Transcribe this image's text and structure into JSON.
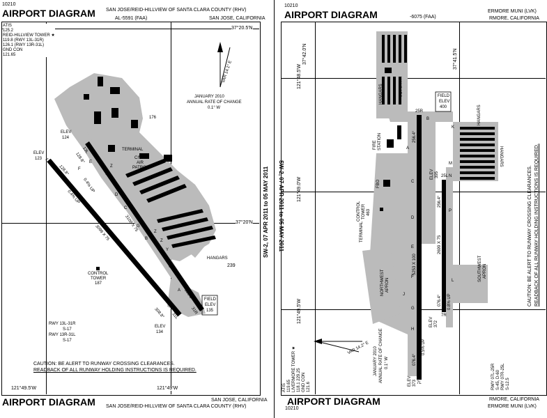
{
  "left": {
    "code_top": "10210",
    "title_top": "AIRPORT DIAGRAM",
    "airport_name_top": "SAN JOSE/REID-HILLVIEW OF SANTA CLARA COUNTY (RHV)",
    "al_ref": "AL-5591 (FAA)",
    "city_top": "SAN JOSE, CALIFORNIA",
    "freq": [
      "ATIS",
      "125.2",
      "REID-HILLVIEW TOWER ★",
      "119.8 (RWY 13L-31R)",
      "126.1 (RWY 13R-31L)",
      "GND CON",
      "121.65"
    ],
    "lat_top": "37°20.5'N",
    "lat_mid": "37°20'N",
    "lon_left": "121°49.5'W",
    "lon_right": "121°49'W",
    "variation": "VAR 14.1° E",
    "change": [
      "JANUARY 2010",
      "ANNUAL RATE OF CHANGE",
      "0.1° W"
    ],
    "elev_176": "176",
    "elev_124": [
      "ELEV",
      "124"
    ],
    "elev_123": [
      "ELEV",
      "123"
    ],
    "terminal": "TERMINAL",
    "civil_air_patrol": [
      "CIVIL",
      "AIR",
      "PATROL"
    ],
    "hangars": "HANGARS",
    "elev_239": "239",
    "control_tower": [
      "CONTROL",
      "TOWER",
      "187"
    ],
    "field_elev": [
      "FIELD",
      "ELEV",
      "135"
    ],
    "elev_134": [
      "ELEV",
      "134"
    ],
    "rwy_info": [
      "RWY 13L-31R",
      "S-17",
      "RWY 13R-31L",
      "S-17"
    ],
    "rwy_len_1": "3100 X 75",
    "rwy_len_2": "3099 X 75",
    "rwy_13l": "13L",
    "rwy_13r": "13R",
    "rwy_31r": "31R",
    "rwy_31l": "31L",
    "hdg_1": "128.8°",
    "hdg_2": "128.8°",
    "hdg_3": "308.8°",
    "hdg_4": "308.8°",
    "up_1": "0.4% UP",
    "up_2": "0.4% UP",
    "caution": [
      "CAUTION: BE ALERT TO RUNWAY CROSSING CLEARANCES.",
      "READBACK OF ALL RUNWAY HOLDING INSTRUCTIONS IS REQUIRED."
    ],
    "title_bottom": "AIRPORT DIAGRAM",
    "city_bottom": "SAN JOSE, CALIFORNIA",
    "airport_name_bottom": "SAN JOSE/REID-HILLVIEW OF SANTA CLARA COUNTY (RHV)",
    "taxiways": [
      "Z",
      "Y",
      "D",
      "C",
      "B",
      "A",
      "E",
      "F",
      "G",
      "U",
      "Z",
      "Z",
      "Y",
      "X"
    ]
  },
  "center": {
    "stamp_1": "SW-2, 07 APR 2011 to 05 MAY 2011",
    "stamp_2": "SW-2, 07 APR 2011 to 05 MAY 2011"
  },
  "right": {
    "code_top": "10210",
    "title_top": "AIRPORT DIAGRAM",
    "al_ref": "-6075 (FAA)",
    "airport_name_top": "ERMORE MUNI (LVK)",
    "city_top": "RMORE, CALIFORNIA",
    "lat_top": "37°42.0'N",
    "lat_top_right": "37°41.5'N",
    "lon_1": "121°48.5'W",
    "lon_2": "121°49.0'W",
    "lon_3": "121°49.5'W",
    "hangars_1": "HANGARS",
    "hangars_2": "HANGARS",
    "hangars_3": "HANGARS",
    "hangars_4": "HANGARS",
    "field_elev": [
      "FIELD",
      "ELEV",
      "400"
    ],
    "fire_station": [
      "FIRE",
      "STATION"
    ],
    "fbo": "FBO",
    "control_tower": [
      "CONTROL",
      "TOWER",
      "463"
    ],
    "terminal": "TERMINAL",
    "nw_apron": [
      "NORTHWEST",
      "APRON"
    ],
    "sw_apron": [
      "SOUTHWEST",
      "APRON"
    ],
    "rwy_25r": "25R",
    "rwy_25l": "25L",
    "rwy_7l": "7L",
    "rwy_7r": "7R",
    "hdg_256_1": "256.4°",
    "hdg_256_2": "256.4°",
    "hdg_076_1": "076.4°",
    "hdg_076_2": "076.4°",
    "rwy_len_1": "5253 X 100",
    "rwy_len_2": "2699 X 75",
    "up_1": "0.5% UP",
    "up_2": "0.8% UP",
    "elev_395": [
      "ELEV",
      "395"
    ],
    "elev_373": [
      "ELEV",
      "373"
    ],
    "elev_372": [
      "ELEV",
      "372"
    ],
    "caution": [
      "CAUTION: BE ALERT TO RUNWAY CROSSING CLEARANCES.",
      "READBACK OF ALL RUNWAY HOLDING INSTRUCTIONS IS REQUIRED."
    ],
    "variation": "VAR 14.2° E",
    "change": [
      "JANUARY 2010",
      "ANNUAL RATE OF CHANGE",
      "0.1° W"
    ],
    "freq": [
      "ATIS",
      "119.65",
      "LIVERMORE TOWER ★",
      "118.1 229.25",
      "GND CON",
      "121.6"
    ],
    "rwy_info": [
      "RWY 07L-25R",
      "S-45, D-60",
      "RWY 07R-25L",
      "S-12.5"
    ],
    "title_bottom": "AIRPORT DIAGRAM",
    "code_bottom": "10210",
    "city_bottom": "RMORE, CALIFORNIA",
    "airport_name_bottom": "ERMORE MUNI (LVK)",
    "taxiways": [
      "B",
      "A",
      "C",
      "D",
      "E",
      "F",
      "G",
      "H",
      "J",
      "P",
      "N",
      "M",
      "K",
      "L"
    ]
  }
}
